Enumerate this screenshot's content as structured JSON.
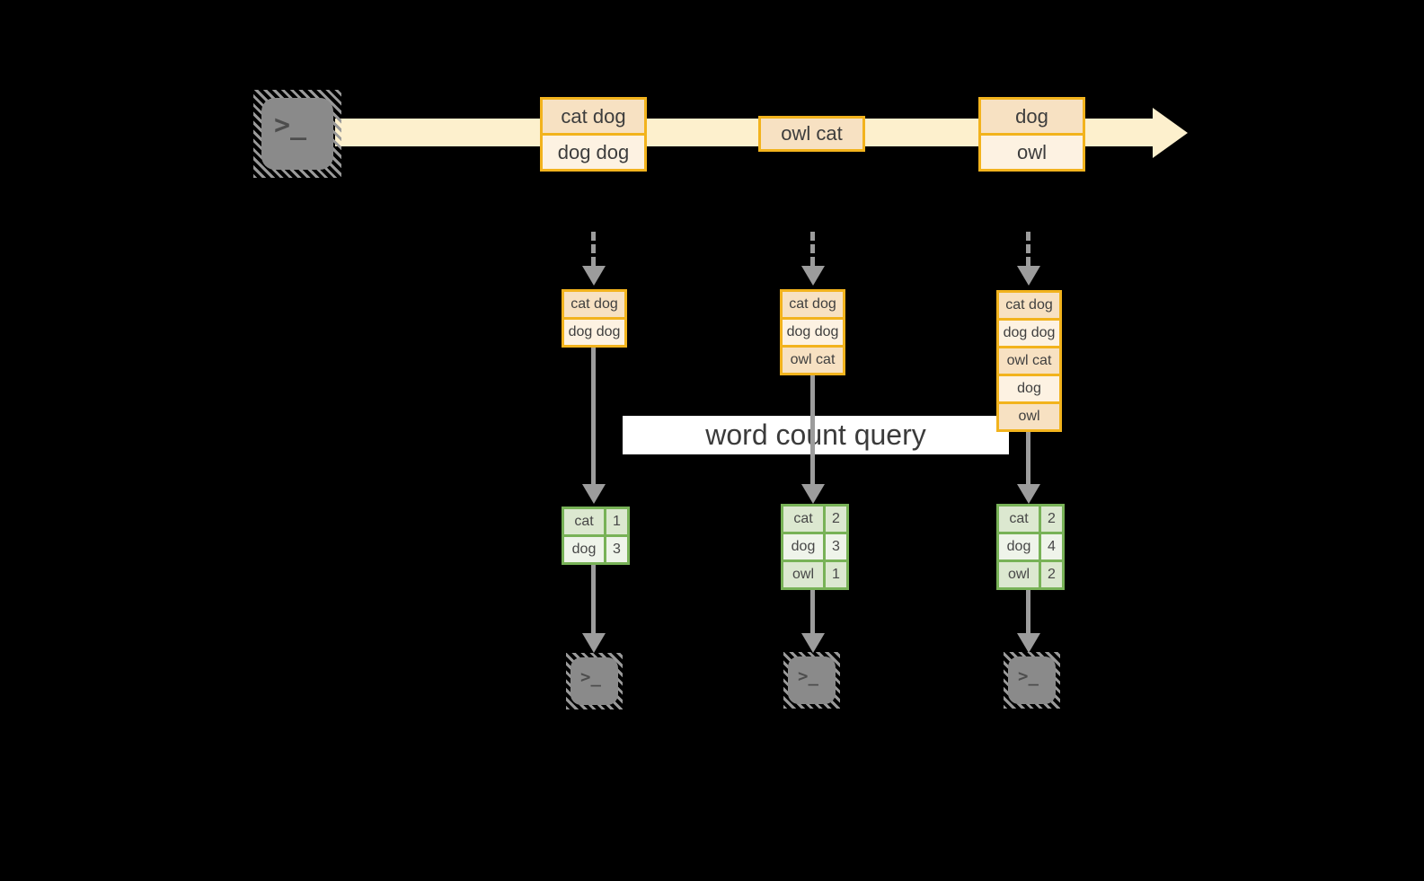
{
  "colors": {
    "background": "#000000",
    "timeline_cream": "#fdf0cd",
    "box_border_gold": "#f2b31d",
    "box_fill_dark": "#f7e1c2",
    "box_fill_light": "#fdf2e2",
    "table_border_green": "#78b257",
    "table_fill_dark": "#dce8d0",
    "table_fill_light": "#eff4ea",
    "arrow_gray": "#9c9c9c",
    "terminal_gray": "#8a8a8a",
    "query_band": "#ffffff"
  },
  "icons": {
    "terminal_glyph": ">_"
  },
  "timeline": {
    "events": [
      {
        "lines": [
          "cat dog",
          "dog dog"
        ]
      },
      {
        "lines": [
          "owl cat"
        ]
      },
      {
        "lines": [
          "dog",
          "owl"
        ]
      }
    ]
  },
  "buffers": [
    {
      "rows": [
        "cat dog",
        "dog dog"
      ]
    },
    {
      "rows": [
        "cat dog",
        "dog dog",
        "owl cat"
      ]
    },
    {
      "rows": [
        "cat dog",
        "dog dog",
        "owl cat",
        "dog",
        "owl"
      ]
    }
  ],
  "query": {
    "label": "word count query"
  },
  "results": [
    {
      "rows": [
        {
          "word": "cat",
          "count": "1"
        },
        {
          "word": "dog",
          "count": "3"
        }
      ]
    },
    {
      "rows": [
        {
          "word": "cat",
          "count": "2"
        },
        {
          "word": "dog",
          "count": "3"
        },
        {
          "word": "owl",
          "count": "1"
        }
      ]
    },
    {
      "rows": [
        {
          "word": "cat",
          "count": "2"
        },
        {
          "word": "dog",
          "count": "4"
        },
        {
          "word": "owl",
          "count": "2"
        }
      ]
    }
  ]
}
